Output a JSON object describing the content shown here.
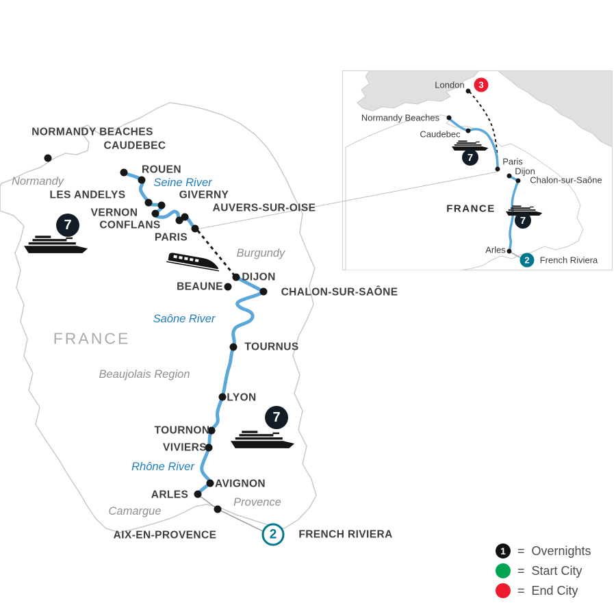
{
  "map": {
    "cities": {
      "normandy_beaches": "NORMANDY BEACHES",
      "caudebec": "CAUDEBEC",
      "rouen": "ROUEN",
      "les_andelys": "LES ANDELYS",
      "giverny": "GIVERNY",
      "vernon": "VERNON",
      "auvers_sur_oise": "AUVERS-SUR-OISE",
      "conflans": "CONFLANS",
      "paris": "PARIS",
      "dijon": "DIJON",
      "beaune": "BEAUNE",
      "chalon_sur_saone": "CHALON-SUR-SAÔNE",
      "tournus": "TOURNUS",
      "lyon": "LYON",
      "tournon": "TOURNON",
      "viviers": "VIVIERS",
      "avignon": "AVIGNON",
      "arles": "ARLES",
      "aix_en_provence": "AIX-EN-PROVENCE",
      "french_riviera": "FRENCH RIVIERA"
    },
    "regions": {
      "normandy": "Normandy",
      "burgundy": "Burgundy",
      "france": "FRANCE",
      "beaujolais": "Beaujolais Region",
      "camargue": "Camargue",
      "provence": "Provence"
    },
    "rivers": {
      "seine": "Seine River",
      "saone": "Saône River",
      "rhone": "Rhône River"
    },
    "badges": {
      "seine_cruise_nights": "7",
      "rhone_cruise_nights": "7",
      "french_riviera_nights": "2"
    }
  },
  "inset": {
    "labels": {
      "london": "London",
      "normandy_beaches": "Normandy Beaches",
      "caudebec": "Caudebec",
      "paris": "Paris",
      "dijon": "Dijon",
      "chalon_sur_saone": "Chalon-sur-Saône",
      "france": "FRANCE",
      "arles": "Arles",
      "french_riviera": "French Riviera"
    },
    "badges": {
      "london_nights": "3",
      "seine_cruise_nights": "7",
      "saone_rhone_cruise_nights": "7",
      "french_riviera_nights": "2"
    }
  },
  "legend": {
    "eq": "=",
    "overnights": {
      "symbol": "1",
      "label": "Overnights"
    },
    "start_city": {
      "label": "Start City"
    },
    "end_city": {
      "label": "End City"
    }
  },
  "colors": {
    "route_blue": "#5BA7D9",
    "river_label_blue": "#1E7DBE",
    "city_label": "#3D3D3D",
    "region_label": "#8F8F8F",
    "badge_dark": "#121C26",
    "badge_teal": "#00798F",
    "badge_red": "#EC1C2E",
    "legend_green": "#00A551",
    "legend_red": "#EC1C2E",
    "land_outline": "#C9C9C9",
    "inset_land_gray": "#E0E0E0"
  }
}
